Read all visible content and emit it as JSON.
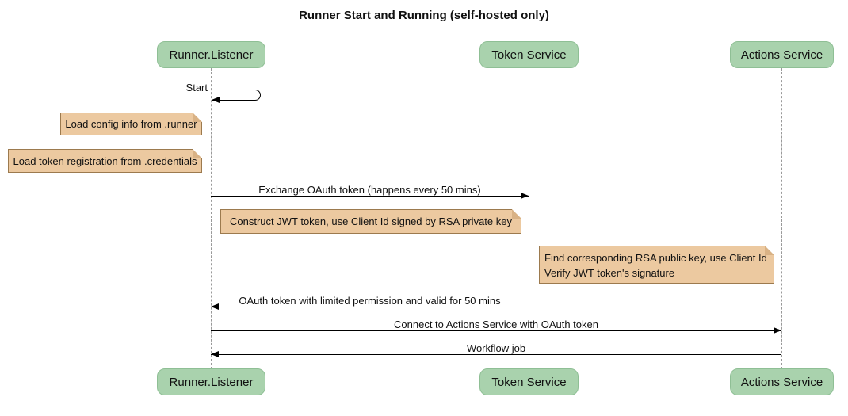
{
  "title": "Runner Start and Running (self-hosted only)",
  "participants": {
    "runner": "Runner.Listener",
    "token": "Token Service",
    "actions": "Actions Service"
  },
  "messages": {
    "start": "Start",
    "exchange": "Exchange OAuth token (happens every 50 mins)",
    "oauth_return": "OAuth token with limited permission and valid for 50 mins",
    "connect": "Connect to Actions Service with OAuth token",
    "workflow": "Workflow job"
  },
  "notes": {
    "load_config": "Load config info from .runner",
    "load_token": "Load token registration from .credentials",
    "construct_jwt": "Construct JWT token, use Client Id signed by RSA private key",
    "find_rsa_line1": "Find corresponding RSA public key, use Client Id",
    "find_rsa_line2": "Verify JWT token's signature"
  },
  "colors": {
    "participant_fill": "#a9d2ad",
    "participant_border": "#8fbf95",
    "note_fill": "#ecc9a0",
    "note_border": "#9c7a4e",
    "note_fold": "#d9b285",
    "lifeline": "#999999",
    "arrow": "#000000",
    "text": "#111111",
    "background": "#ffffff"
  }
}
